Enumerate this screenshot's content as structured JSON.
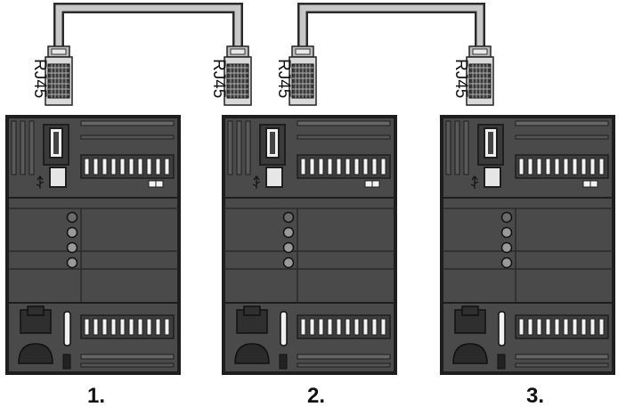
{
  "connector_label": "RJ45",
  "devices": [
    {
      "id": 1,
      "caption": "1."
    },
    {
      "id": 2,
      "caption": "2."
    },
    {
      "id": 3,
      "caption": "3."
    }
  ],
  "connectors": [
    {
      "label": "RJ45",
      "device": 1
    },
    {
      "label": "RJ45",
      "device": 2
    },
    {
      "label": "RJ45",
      "device": 2
    },
    {
      "label": "RJ45",
      "device": 3
    }
  ],
  "cables": [
    {
      "from_device": 1,
      "to_device": 2
    },
    {
      "from_device": 2,
      "to_device": 3
    }
  ],
  "colors": {
    "device_body": "#4a4a4a",
    "device_dark": "#1e1e1e",
    "device_line": "#2b2b2b",
    "cable_outline": "#2a2a2a",
    "cable_fill": "#c8c8c8",
    "led_fill": "#9a9a9a",
    "text": "#111111"
  }
}
